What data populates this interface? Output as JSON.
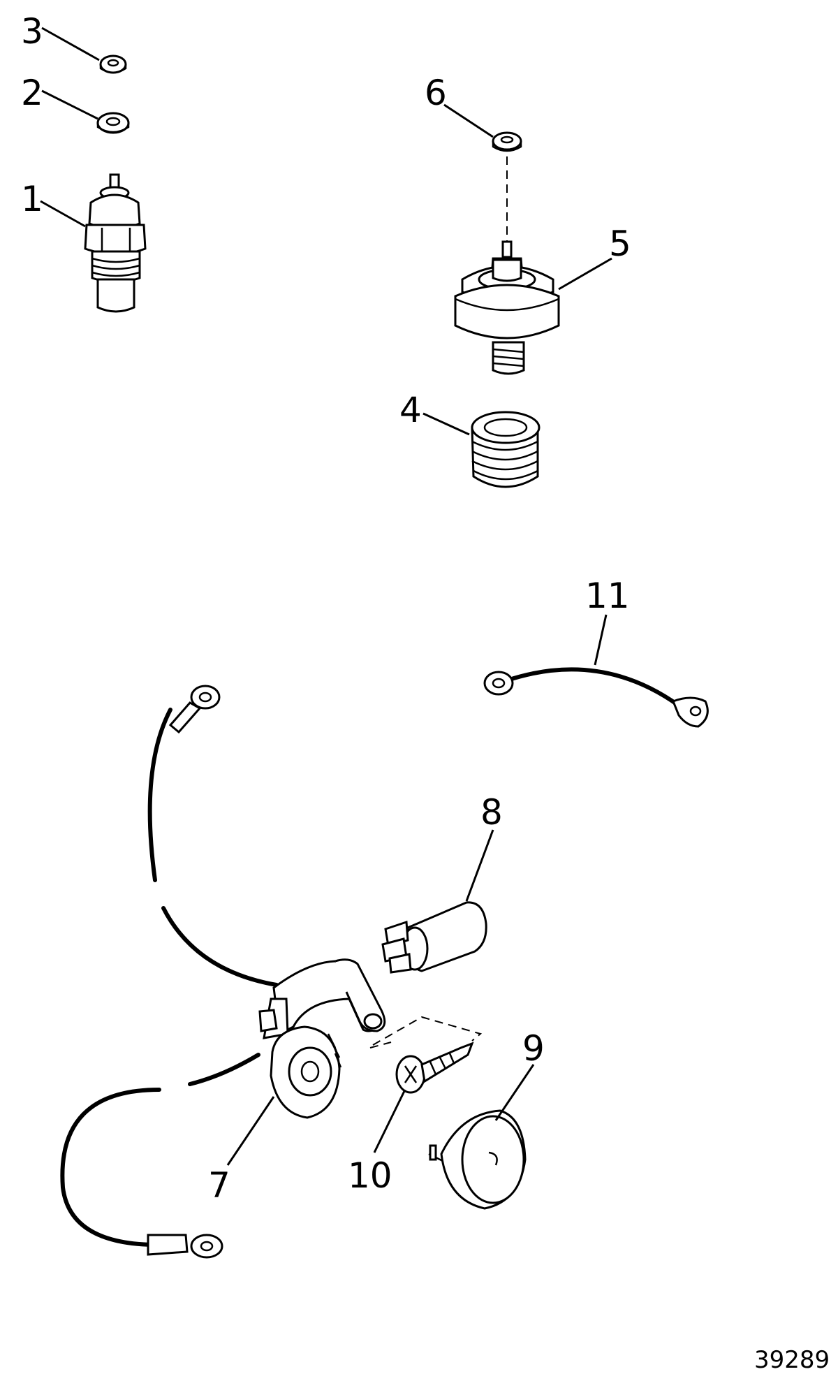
{
  "callouts": {
    "c1": "1",
    "c2": "2",
    "c3": "3",
    "c4": "4",
    "c5": "5",
    "c6": "6",
    "c7": "7",
    "c8": "8",
    "c9": "9",
    "c10": "10",
    "c11": "11"
  },
  "figure_number": "39289"
}
